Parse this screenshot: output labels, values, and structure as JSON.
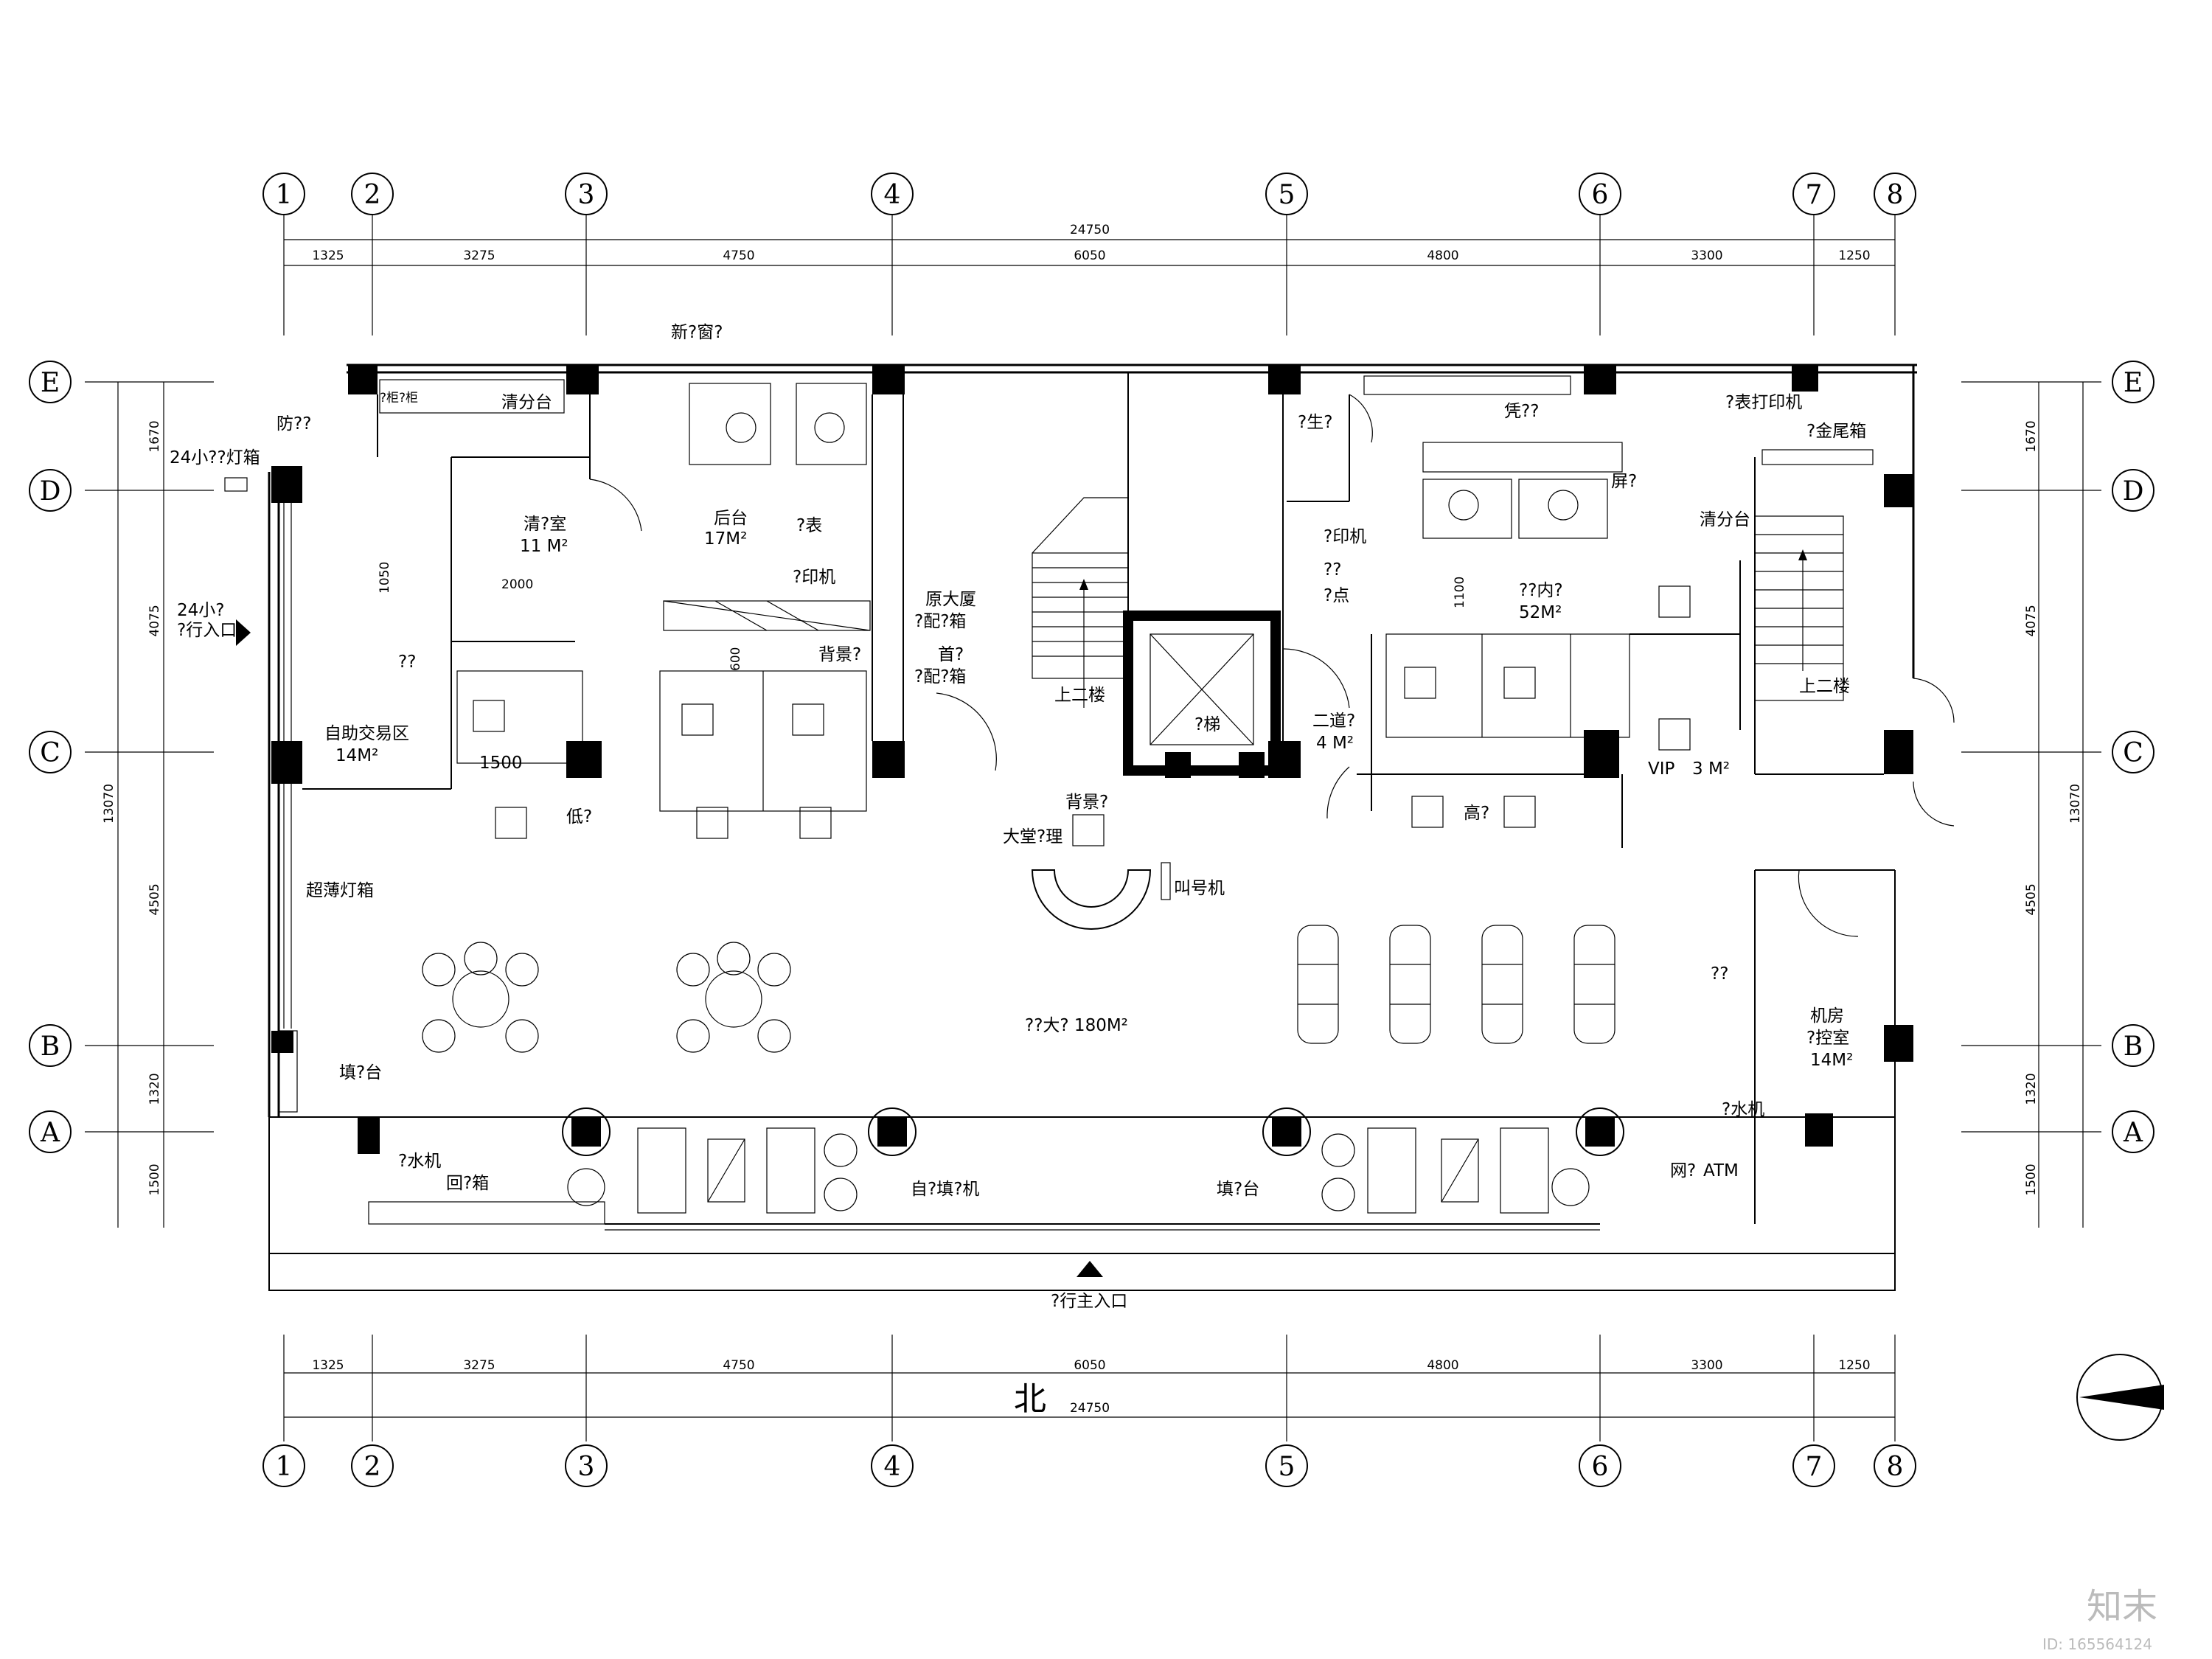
{
  "axes": {
    "columns": [
      "1",
      "2",
      "3",
      "4",
      "5",
      "6",
      "7",
      "8"
    ],
    "rows": [
      "E",
      "D",
      "C",
      "B",
      "A"
    ]
  },
  "dimensions": {
    "top_total": "24750",
    "top_segments": [
      "1325",
      "3275",
      "4750",
      "6050",
      "4800",
      "3300",
      "1250"
    ],
    "bottom_total": "24750",
    "bottom_segments": [
      "1325",
      "3275",
      "4750",
      "6050",
      "4800",
      "3300",
      "1250"
    ],
    "left_total": "13070",
    "left_segments": [
      "1670",
      "4075",
      "4505",
      "1320",
      "1500"
    ],
    "right_total": "13070",
    "right_segments": [
      "1670",
      "4075",
      "4505",
      "1320",
      "1500"
    ],
    "inner_1050": "1050",
    "inner_2000": "2000",
    "inner_600": "600",
    "inner_1100": "1100",
    "inner_1500": "1500"
  },
  "labels": {
    "new_window": "新?窗?",
    "wc_cabinet": "?柜?柜",
    "sort_table_left": "清分台",
    "defense": "防??",
    "light_box_24h": "24小??灯箱",
    "entrance_24h_1": "24小?",
    "entrance_24h_2": "?行入口",
    "cleaning_room": "清?室",
    "cleaning_area": "11 M²",
    "back_office": "后台",
    "back_office_area": "17M²",
    "meter": "?表",
    "printer_left": "?印机",
    "original_building_1": "原大厦",
    "original_building_2": "?配?箱",
    "first_1": "首?",
    "first_2": "?配?箱",
    "background_wall_left": "背景?",
    "self_service_area": "自助交易区",
    "self_service_area_size": "14M²",
    "low_counter": "低?",
    "qq": "??",
    "ultra_thin_light_box": "超薄灯箱",
    "fill_table_left": "填?台",
    "water_machine_left": "?水机",
    "recycle_box": "回?箱",
    "upstairs_left": "上二楼",
    "elevator": "?梯",
    "background_wall_center": "背景?",
    "lobby_manager": "大堂?理",
    "queue_machine": "叫号机",
    "hall": "??大? 180M²",
    "self_fill_machine": "自?填?机",
    "fill_table_right": "填?台",
    "hygiene": "?生?",
    "printer_right": "?印机",
    "cash_1": "??",
    "cash_2": "?点",
    "second_channel": "二道?",
    "second_channel_area": "4 M²",
    "voucher": "凭??",
    "screen": "屏?",
    "inner_office": "??内?",
    "inner_office_area": "52M²",
    "high_counter": "高?",
    "sort_table_right": "清分台",
    "statement_printer": "?表打印机",
    "tail_box": "?金尾箱",
    "upstairs_right": "上二楼",
    "vip": "VIP",
    "vip_area": "3 M²",
    "machine_room_1": "机房",
    "machine_room_2": "?控室",
    "machine_room_area": "14M²",
    "qq_right": "??",
    "water_machine_right": "?水机",
    "net": "网?",
    "atm": "ATM",
    "main_entrance": "?行主入口",
    "north": "北"
  },
  "watermark": {
    "logo": "知末",
    "id": "ID: 165564124"
  }
}
